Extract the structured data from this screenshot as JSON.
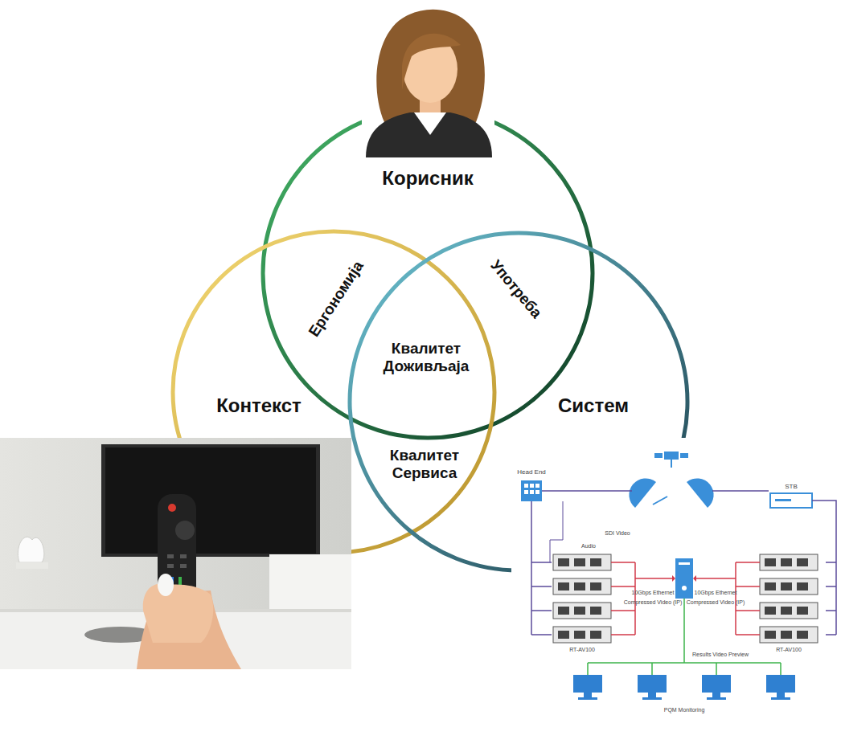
{
  "diagram": {
    "nodes": [
      {
        "text": [
          "Корисник"
        ]
      },
      {
        "text": [
          "Контекст"
        ]
      },
      {
        "text": [
          "Систем"
        ]
      }
    ],
    "labels": [
      "Ергономија",
      "Употреба",
      "Квалитет Доживљаја",
      "Квалитет Сервиса",
      "Head End",
      "Audio",
      "SDI Video",
      "10Gbps Ethernet",
      "Compressed Video (IP)",
      "10Gbps Ethernet",
      "Compressed Video (IP)",
      "RT-AV100",
      "RT-AV100",
      "Results Video Preview",
      "STB",
      "PQM Monitoring"
    ]
  }
}
